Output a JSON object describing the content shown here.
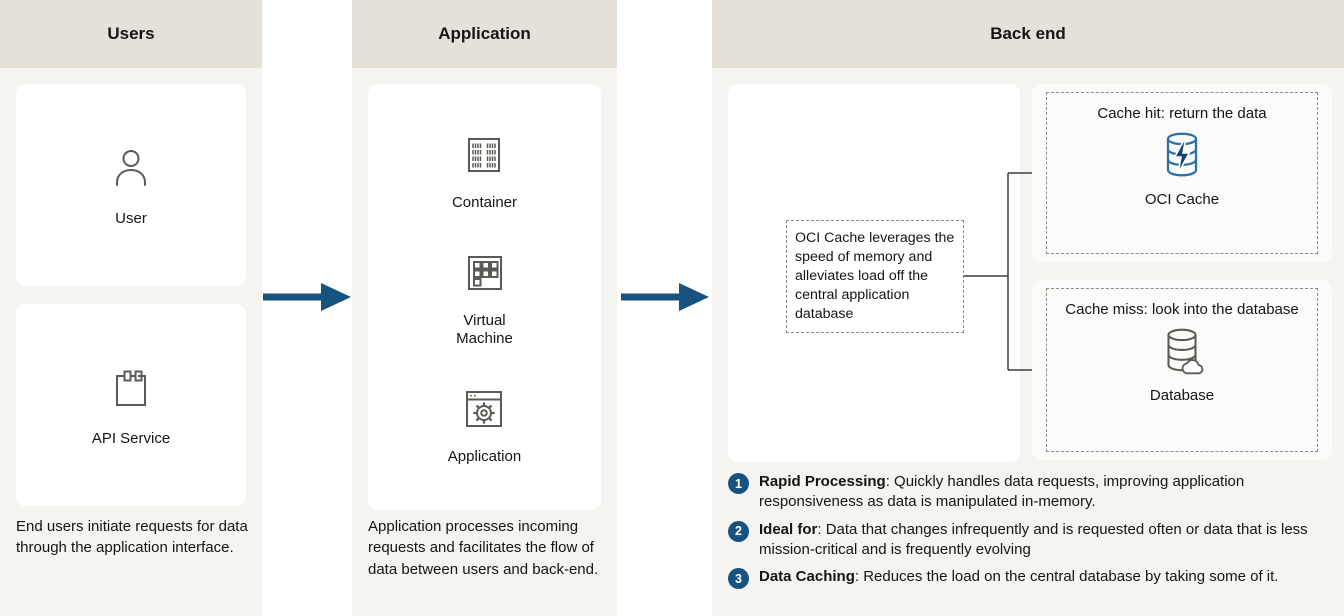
{
  "diagram": {
    "users": {
      "header": "Users",
      "cards": [
        {
          "label": "User"
        },
        {
          "label": "API Service"
        }
      ],
      "description": "End users initiate requests for data through the application interface."
    },
    "application": {
      "header": "Application",
      "items": [
        {
          "label": "Container"
        },
        {
          "label": "Virtual Machine"
        },
        {
          "label": "Application"
        }
      ],
      "description": "Application processes incoming requests and facilitates the flow of data between users and back-end."
    },
    "backend": {
      "header": "Back end",
      "note": "OCI Cache leverages the speed of memory and alleviates load off the central application database",
      "cache_hit": {
        "title": "Cache hit: return the data",
        "label": "OCI Cache"
      },
      "cache_miss": {
        "title": "Cache miss: look into the database",
        "label": "Database"
      },
      "bullets": [
        {
          "num": "1",
          "title": "Rapid Processing",
          "text": ": Quickly handles data requests, improving application responsiveness as data is manipulated in-memory."
        },
        {
          "num": "2",
          "title": "Ideal for",
          "text": ": Data that changes infrequently and is requested often or data that is less mission-critical and is frequently evolving"
        },
        {
          "num": "3",
          "title": "Data Caching",
          "text": ": Reduces the load on the central database by taking some of it."
        }
      ]
    },
    "colors": {
      "accent_blue": "#17537f",
      "header_bg": "#e5e1d9",
      "column_bg": "#f5f4f1",
      "icon_gray": "#5c5a54",
      "cache_icon_blue": "#2a72a8",
      "cache_bolt_navy": "#16436e"
    }
  }
}
